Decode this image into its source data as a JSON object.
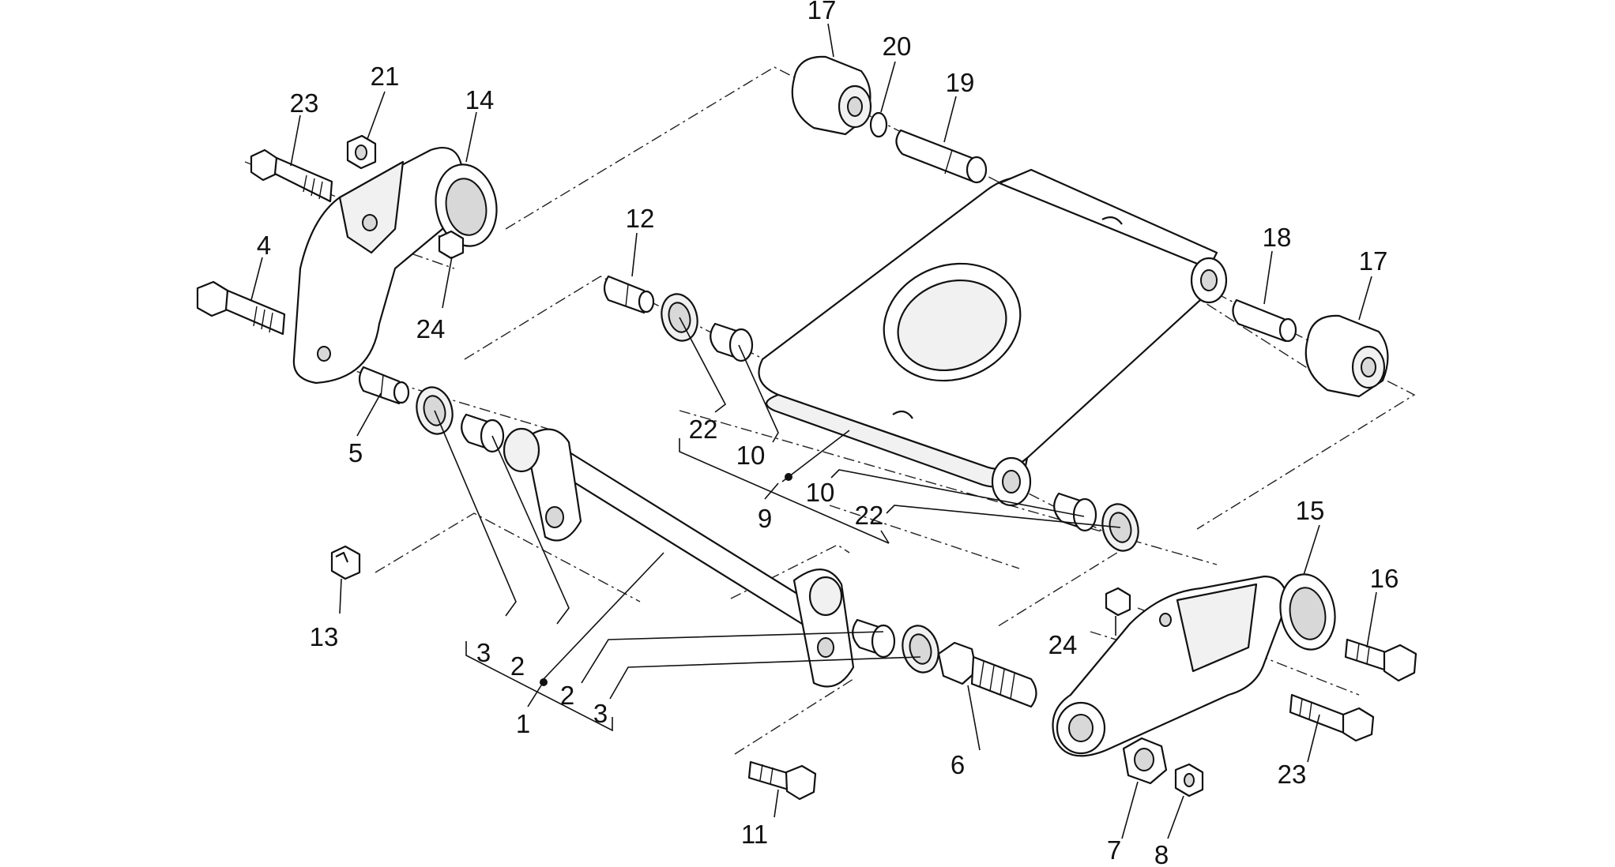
{
  "callouts": [
    {
      "key": "c17a",
      "text": "17"
    },
    {
      "key": "c20",
      "text": "20"
    },
    {
      "key": "c19",
      "text": "19"
    },
    {
      "key": "c21",
      "text": "21"
    },
    {
      "key": "c23a",
      "text": "23"
    },
    {
      "key": "c14",
      "text": "14"
    },
    {
      "key": "c4",
      "text": "4"
    },
    {
      "key": "c24a",
      "text": "24"
    },
    {
      "key": "c12",
      "text": "12"
    },
    {
      "key": "c18",
      "text": "18"
    },
    {
      "key": "c17b",
      "text": "17"
    },
    {
      "key": "c5",
      "text": "5"
    },
    {
      "key": "c22a",
      "text": "22"
    },
    {
      "key": "c10a",
      "text": "10"
    },
    {
      "key": "c10b",
      "text": "10"
    },
    {
      "key": "c9",
      "text": "9"
    },
    {
      "key": "c22b",
      "text": "22"
    },
    {
      "key": "c15",
      "text": "15"
    },
    {
      "key": "c16",
      "text": "16"
    },
    {
      "key": "c13",
      "text": "13"
    },
    {
      "key": "c3a",
      "text": "3"
    },
    {
      "key": "c2a",
      "text": "2"
    },
    {
      "key": "c2b",
      "text": "2"
    },
    {
      "key": "c3b",
      "text": "3"
    },
    {
      "key": "c1",
      "text": "1"
    },
    {
      "key": "c24b",
      "text": "24"
    },
    {
      "key": "c6",
      "text": "6"
    },
    {
      "key": "c23b",
      "text": "23"
    },
    {
      "key": "c11",
      "text": "11"
    },
    {
      "key": "c7",
      "text": "7"
    },
    {
      "key": "c8",
      "text": "8"
    }
  ]
}
